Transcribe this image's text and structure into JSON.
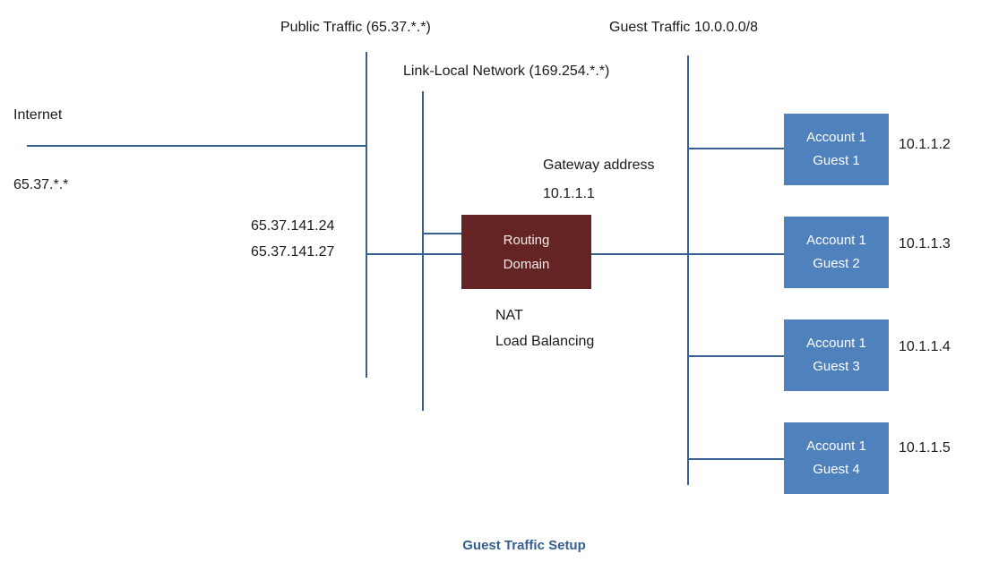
{
  "labels": {
    "public_traffic": "Public Traffic (65.37.*.*)",
    "guest_traffic": "Guest Traffic 10.0.0.0/8",
    "link_local": "Link-Local Network (169.254.*.*)",
    "internet": "Internet",
    "public_ip_range": "65.37.*.*",
    "public_ip_1": "65.37.141.24",
    "public_ip_2": "65.37.141.27",
    "gateway_line1": "Gateway address",
    "gateway_line2": "10.1.1.1",
    "nat": "NAT",
    "load_balancing": "Load Balancing"
  },
  "routing_box": {
    "line1": "Routing",
    "line2": "Domain"
  },
  "guest_boxes": [
    {
      "line1": "Account 1",
      "line2": "Guest 1",
      "ip": "10.1.1.2"
    },
    {
      "line1": "Account 1",
      "line2": "Guest 2",
      "ip": "10.1.1.3"
    },
    {
      "line1": "Account 1",
      "line2": "Guest 3",
      "ip": "10.1.1.4"
    },
    {
      "line1": "Account 1",
      "line2": "Guest 4",
      "ip": "10.1.1.5"
    }
  ],
  "caption": "Guest Traffic Setup",
  "colors": {
    "line": "#376092",
    "routing_box_fill": "#632423",
    "guest_box_fill": "#4f81bd",
    "caption_text": "#365f91"
  }
}
